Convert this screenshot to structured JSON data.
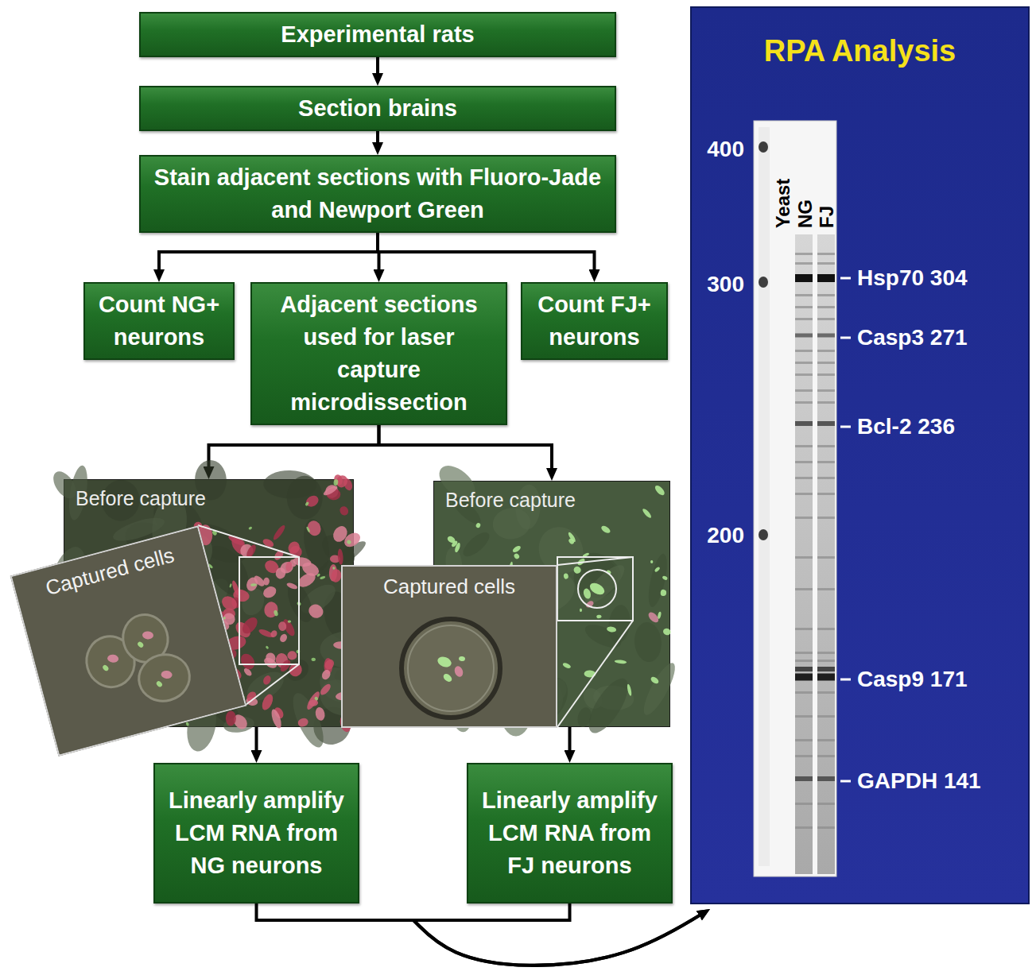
{
  "diagram": {
    "nodes": [
      {
        "text": [
          "Experimental rats"
        ]
      },
      {
        "text": [
          "Section brains"
        ]
      },
      {
        "text": [
          "Stain adjacent sections with Fluoro-Jade and Newport Green"
        ]
      },
      {
        "text": [
          "Count NG+ neurons"
        ]
      },
      {
        "text": [
          "Adjacent sections used for laser capture microdissection"
        ]
      },
      {
        "text": [
          "Count FJ+ neurons"
        ]
      },
      {
        "text": [
          "Before capture"
        ]
      },
      {
        "text": [
          "Captured cells"
        ],
        "in": 6
      },
      {
        "text": [
          "Before capture"
        ]
      },
      {
        "text": [
          "Captured cells"
        ],
        "in": 8
      },
      {
        "text": [
          "Linearly amplify LCM RNA from NG neurons"
        ]
      },
      {
        "text": [
          "Linearly amplify LCM RNA from FJ neurons"
        ]
      },
      {
        "text": [
          "RPA Analysis"
        ]
      }
    ],
    "edges": [
      {
        "from": 0,
        "to": 1,
        "arrow": "to"
      },
      {
        "from": 1,
        "to": 2,
        "arrow": "to"
      },
      {
        "from": 2,
        "to": 3,
        "arrow": "to"
      },
      {
        "from": 2,
        "to": 4,
        "arrow": "to"
      },
      {
        "from": 2,
        "to": 5,
        "arrow": "to"
      },
      {
        "from": 4,
        "to": 6,
        "arrow": "to"
      },
      {
        "from": 4,
        "to": 8,
        "arrow": "to"
      },
      {
        "from": 6,
        "to": 10,
        "arrow": "to"
      },
      {
        "from": 8,
        "to": 11,
        "arrow": "to"
      },
      {
        "from": 10,
        "to": 12,
        "arrow": "to"
      },
      {
        "from": 11,
        "to": 12,
        "arrow": "to"
      }
    ],
    "labels": [
      "400",
      "300",
      "200",
      "Yeast",
      "NG",
      "FJ",
      "Hsp70 304",
      "Casp3 271",
      "Bcl-2 236",
      "Casp9 171",
      "GAPDH 141"
    ]
  }
}
